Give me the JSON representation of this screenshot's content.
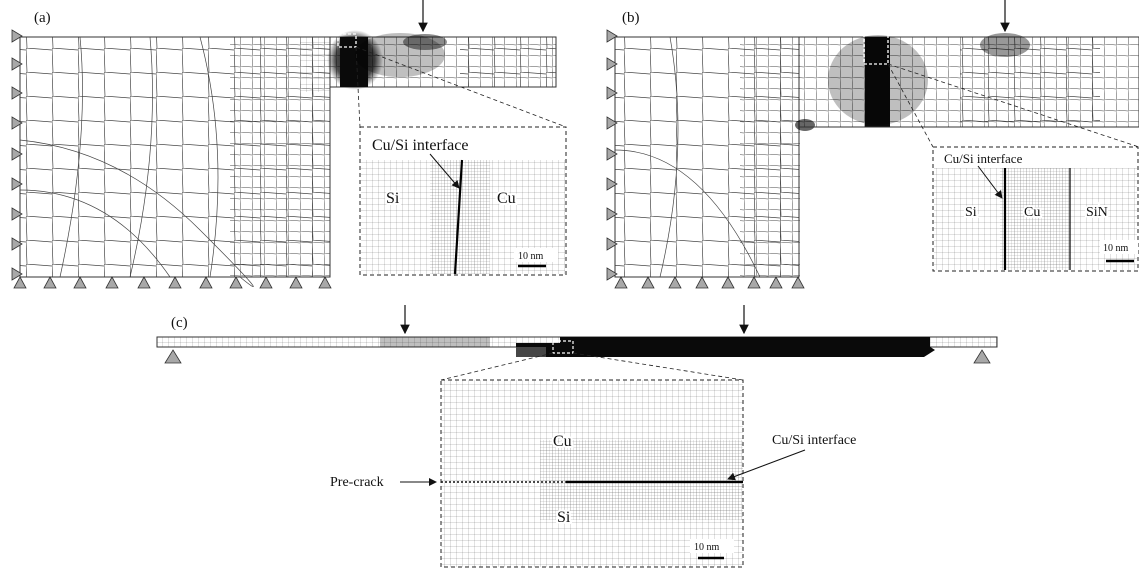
{
  "panels": {
    "a": {
      "label": "(a)",
      "inset_interface": "Cu/Si interface",
      "inset_left_material": "Si",
      "inset_right_material": "Cu",
      "inset_scale": "10 nm"
    },
    "b": {
      "label": "(b)",
      "inset_interface": "Cu/Si interface",
      "inset_left_material": "Si",
      "inset_middle_material": "Cu",
      "inset_right_material": "SiN",
      "inset_scale": "10 nm"
    },
    "c": {
      "label": "(c)",
      "inset_top_material": "Cu",
      "inset_bottom_material": "Si",
      "interface_callout": "Cu/Si interface",
      "precrack_callout": "Pre-crack",
      "inset_scale": "10 nm"
    }
  },
  "colors": {
    "mesh_line": "#3a3a3a",
    "dense_mesh": "#111111",
    "support": "#a8a8a8",
    "dashed_box": "#222222"
  }
}
